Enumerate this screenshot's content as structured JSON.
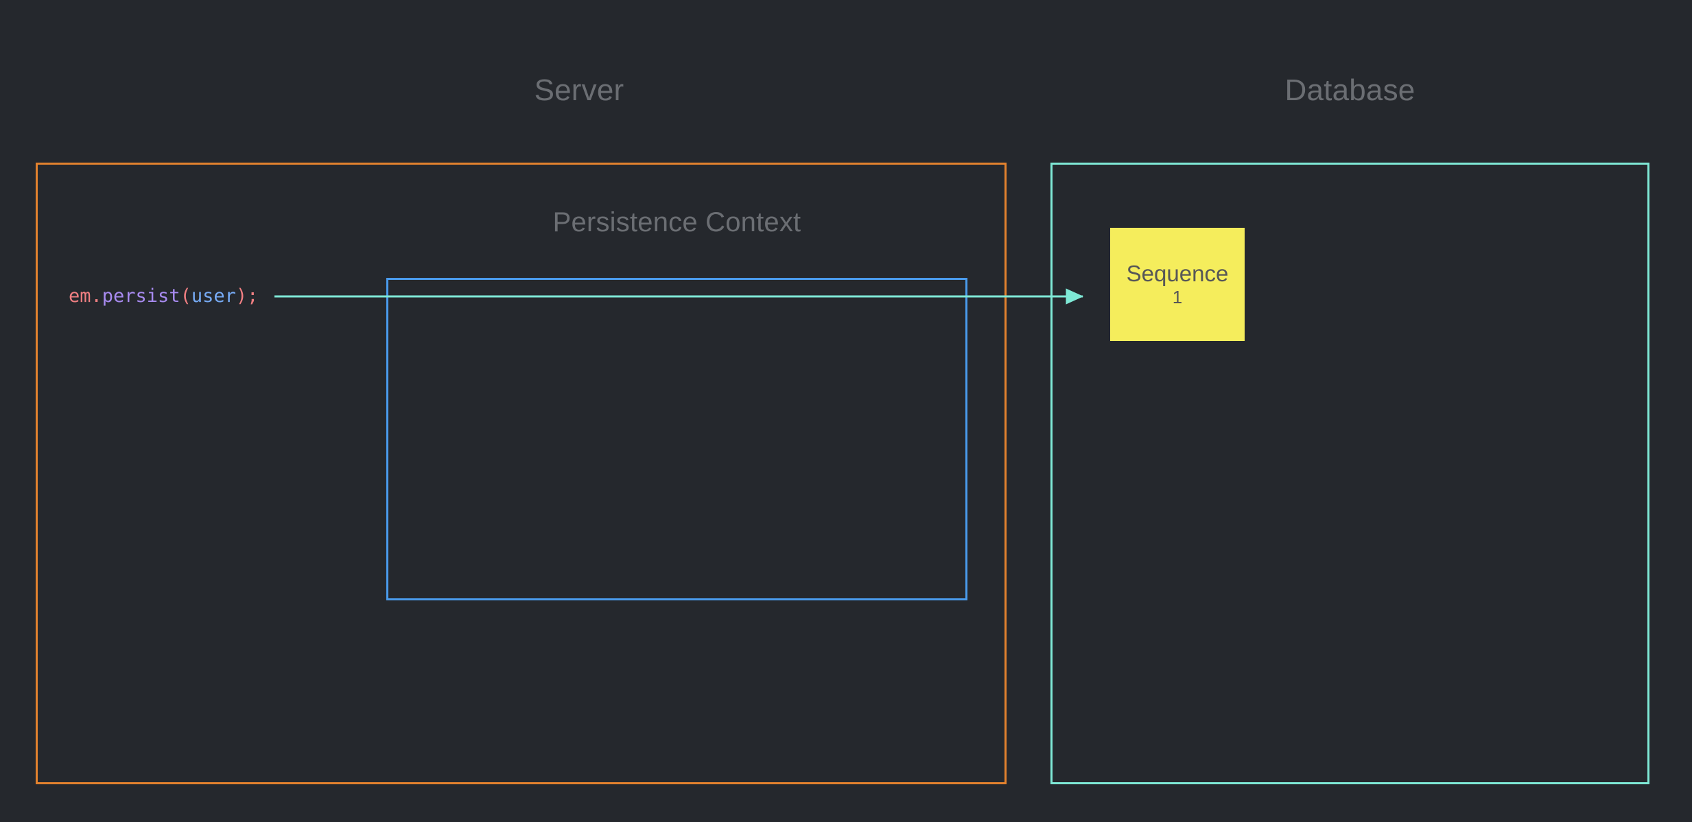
{
  "diagram": {
    "background_color": "#25282d",
    "title_color": "#6b6e73"
  },
  "regions": [
    {
      "id": "server",
      "title": "Server",
      "border_color": "#e3822e"
    },
    {
      "id": "database",
      "title": "Database",
      "border_color": "#7fe9d6"
    }
  ],
  "persistence_context": {
    "title": "Persistence Context",
    "border_color": "#4a9bec",
    "contents": ""
  },
  "code": {
    "object": "em",
    "dot": ".",
    "method": "persist",
    "open_paren": "(",
    "argument": "user",
    "close_paren": ")",
    "semicolon": ";",
    "full_text": "em.persist(user);",
    "colors": {
      "object": "#f07f82",
      "method": "#a88bf0",
      "argument": "#77abf5",
      "punctuation": "#f07f82"
    }
  },
  "arrow": {
    "label": "",
    "color": "#7fe9d6",
    "from": "em.persist(user);",
    "to": "Sequence"
  },
  "sequence_node": {
    "title": "Sequence",
    "value": "1",
    "fill_color": "#f5ed5c",
    "text_color": "#575757"
  }
}
